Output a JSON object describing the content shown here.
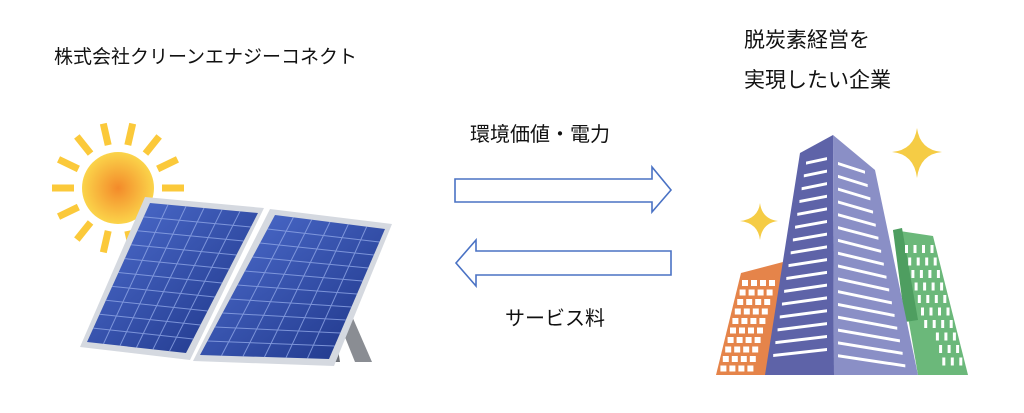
{
  "provider": {
    "name": "株式会社クリーンエナジーコネクト"
  },
  "client": {
    "line1": "脱炭素経営を",
    "line2": "実現したい企業"
  },
  "flows": {
    "to_client": "環境価値・電力",
    "to_provider": "サービス料"
  },
  "colors": {
    "arrow_stroke": "#4a72c4",
    "sun": "#f7b52c",
    "panel": "#2a4aa0",
    "tower": "#5e63a8",
    "tower_light": "#8a8fc6",
    "orange_building": "#e5844a",
    "green_building": "#6bb87a",
    "star": "#f5cc45"
  }
}
